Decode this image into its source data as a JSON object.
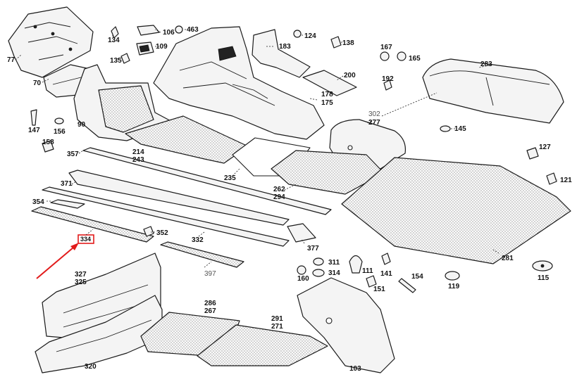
{
  "labels": {
    "l77": "77",
    "l70": "70",
    "l134": "134",
    "l135": "135",
    "l106": "106",
    "l109": "109",
    "l463": "463",
    "l183": "183",
    "l124": "124",
    "l138": "138",
    "l167": "167",
    "l165": "165",
    "l283": "283",
    "l200": "200",
    "l192": "192",
    "l178": "178",
    "l175": "175",
    "l147": "147",
    "l156": "156",
    "l90": "90",
    "l158": "158",
    "l214": "214",
    "l243": "243",
    "l302": "302",
    "l277": "277",
    "l145": "145",
    "l357": "357",
    "l235": "235",
    "l127": "127",
    "l371": "371",
    "l262": "262",
    "l294": "294",
    "l121": "121",
    "l354": "354",
    "l352": "352",
    "l332": "332",
    "l377": "377",
    "l281": "281",
    "l397": "397",
    "l311": "311",
    "l314": "314",
    "l111": "111",
    "l141": "141",
    "l327": "327",
    "l325": "325",
    "l160": "160",
    "l151": "151",
    "l154": "154",
    "l119": "119",
    "l115": "115",
    "l286": "286",
    "l267": "267",
    "l291": "291",
    "l271": "271",
    "l103": "103",
    "l320": "320"
  },
  "highlight": {
    "label": "334",
    "color": "#e21b1b"
  }
}
